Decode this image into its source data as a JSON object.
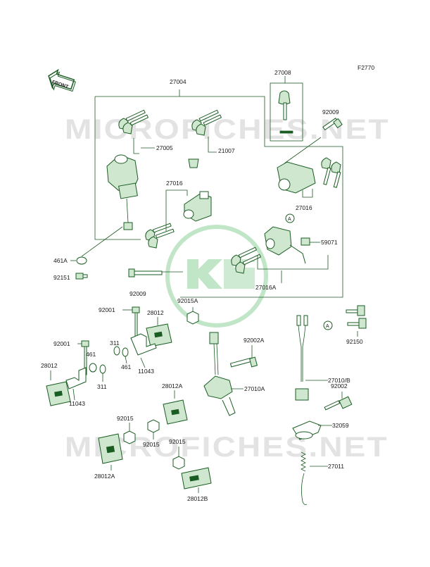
{
  "figure_code": "F2770",
  "front_label": "FRONT",
  "watermarks": [
    "MICROFICHES.NET",
    "MICROFICHES.NET"
  ],
  "logo": {
    "brand": "Kawasaki"
  },
  "colors": {
    "line": "#1c5a24",
    "part_fill": "#cfe6cf",
    "watermark": "#e3e3e3",
    "logo": "#8fd09a"
  },
  "parts": [
    "27004",
    "27008",
    "92009",
    "27005",
    "21007",
    "27016",
    "27016",
    "461A",
    "92151",
    "59071",
    "27016A",
    "92009",
    "92015A",
    "92001",
    "28012",
    "92001",
    "311",
    "461",
    "11043",
    "461",
    "311",
    "28012",
    "11043",
    "92002A",
    "27010A",
    "92150",
    "27010/B",
    "92002",
    "28012A",
    "92015",
    "92015",
    "92015",
    "32059",
    "28012A",
    "27011",
    "28012B"
  ],
  "callouts": [
    "A",
    "A"
  ]
}
